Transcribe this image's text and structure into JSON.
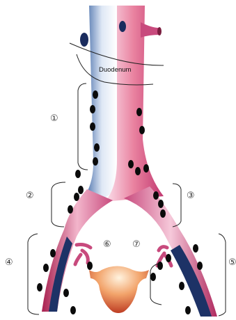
{
  "diagram": {
    "vessel_label": "Duodenum",
    "region_labels": [
      "①",
      "②",
      "③",
      "④",
      "⑤",
      "⑥",
      "⑦"
    ]
  },
  "colors": {
    "vein_blue": "#2f5d9e",
    "vein_dark": "#1d3266",
    "artery_pink": "#cc3f7a",
    "artery_light": "#f5c7da",
    "node_fill": "#0b0b0b",
    "uterus_dark": "#c0391b",
    "uterus_light": "#fde9d3"
  }
}
